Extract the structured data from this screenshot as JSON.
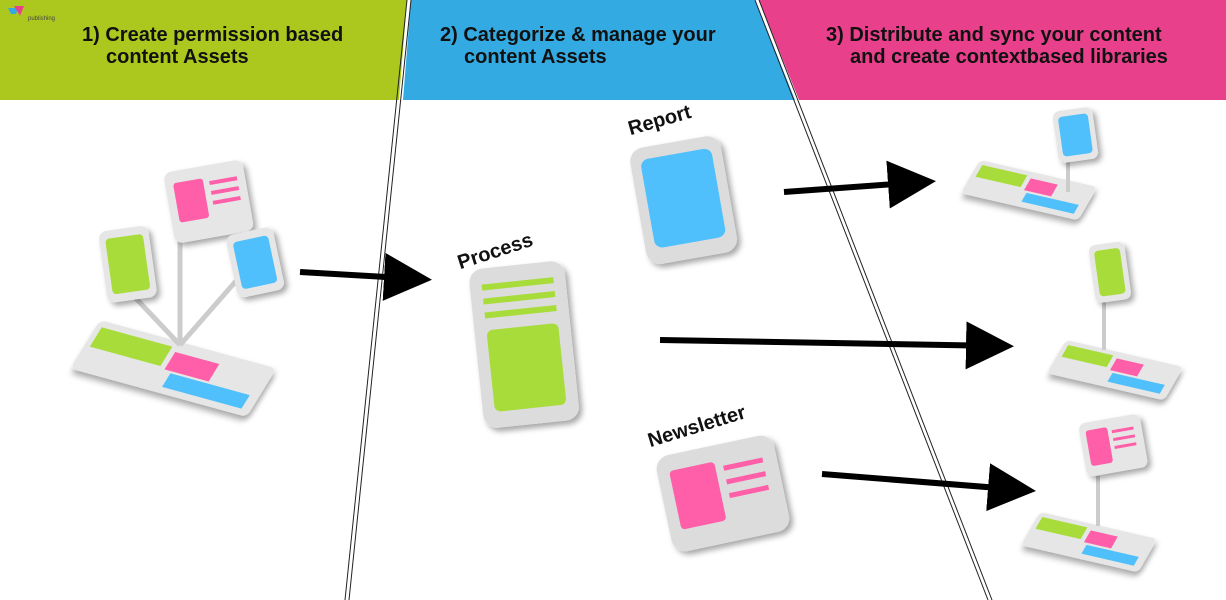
{
  "colors": {
    "green": "#acc81f",
    "blue": "#33aae2",
    "pink": "#e8408b",
    "card_green": "#a8dc3a",
    "card_pink": "#ff5fa8",
    "card_blue": "#4fc0fb",
    "card_gray": "#dcdcdc"
  },
  "logo": {
    "text": "publishing",
    "icon": "logo-mark-icon"
  },
  "headers": {
    "step1": {
      "line1": "1) Create permission based",
      "line2": "content Assets"
    },
    "step2": {
      "line1": "2) Categorize & manage your",
      "line2": "content Assets"
    },
    "step3": {
      "line1": "3) Distribute and sync your content",
      "line2": "and create contextbased libraries"
    }
  },
  "cards": {
    "report": "Report",
    "process": "Process",
    "newsletter": "Newsletter"
  }
}
